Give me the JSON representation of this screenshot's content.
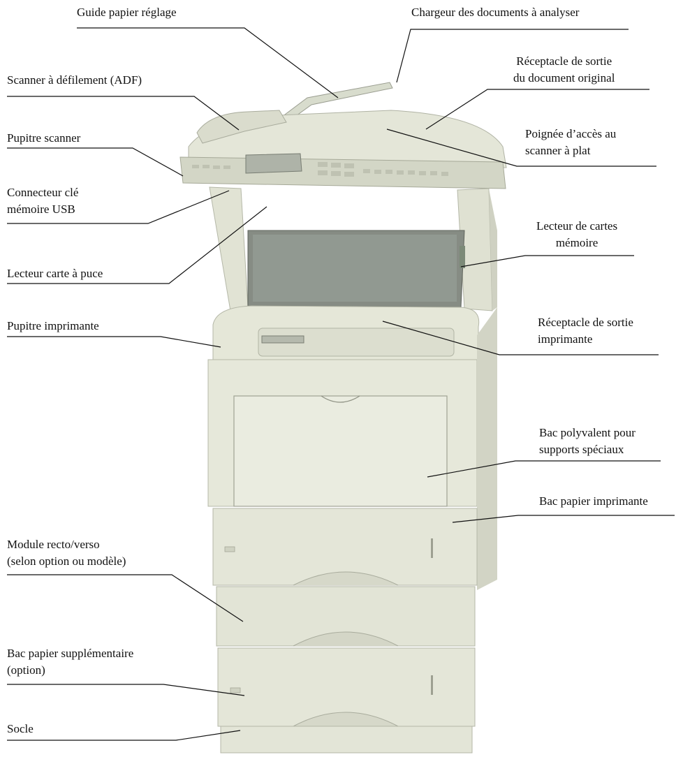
{
  "labels": {
    "guide_papier": "Guide papier réglage",
    "chargeur": "Chargeur des documents à analyser",
    "receptacle_original_1": "Réceptacle de sortie",
    "receptacle_original_2": "du document original",
    "scanner_adf": "Scanner à défilement (ADF)",
    "poignee_1": "Poignée d’accès au",
    "poignee_2": "scanner à plat",
    "pupitre_scanner": "Pupitre scanner",
    "connecteur_1": "Connecteur clé",
    "connecteur_2": "mémoire USB",
    "lecteur_cartes_1": "Lecteur de cartes",
    "lecteur_cartes_2": "mémoire",
    "lecteur_puce": "Lecteur carte à puce",
    "pupitre_imprimante": "Pupitre imprimante",
    "receptacle_imprimante_1": "Réceptacle de sortie",
    "receptacle_imprimante_2": "imprimante",
    "bac_polyvalent_1": "Bac polyvalent pour",
    "bac_polyvalent_2": "supports spéciaux",
    "bac_papier": "Bac papier imprimante",
    "module_recto_1": "Module recto/verso",
    "module_recto_2": "(selon option ou modèle)",
    "bac_supp_1": "Bac papier supplémentaire",
    "bac_supp_2": "(option)",
    "socle": "Socle"
  },
  "colors": {
    "body": "#e3e5d6",
    "body_shadow": "#c9cbba",
    "window": "#8a9088",
    "screen": "#b7bcb0",
    "line": "#111111"
  }
}
